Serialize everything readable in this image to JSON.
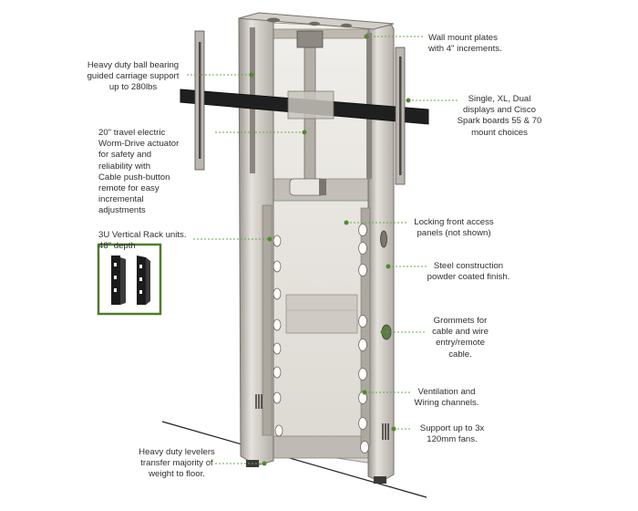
{
  "callouts": {
    "wall_mount": "Wall mount plates\nwith  4\" increments.",
    "ball_bearing": "Heavy duty ball bearing\nguided carriage support\nup to 280lbs",
    "displays": "Single, XL, Dual\ndisplays and Cisco\nSpark boards 55 & 70\nmount choices",
    "actuator": "20\" travel electric\nWorm-Drive actuator\nfor safety and\nreliability with\nCable push-button\nremote for easy\nincremental\nadjustments",
    "rack_units": "3U Vertical Rack units.\n48\" depth",
    "locking": "Locking front access\npanels (not shown)",
    "steel": "Steel construction\npowder coated finish.",
    "grommets": "Grommets for\ncable and wire\nentry/remote\ncable.",
    "ventilation": "Ventilation and\nWiring channels.",
    "fans": "Support up to 3x\n120mm fans.",
    "levelers": "Heavy duty levelers\ntransfer majority of\nweight to floor."
  },
  "colors": {
    "leader_line": "#6aa84f",
    "leader_dot": "#4e8a2e",
    "inset_border": "#4f7d2a",
    "frame_light": "#d9d6d0",
    "frame_mid": "#b9b5ae",
    "frame_dark": "#8c8780",
    "bracket": "#1b1b1b"
  }
}
